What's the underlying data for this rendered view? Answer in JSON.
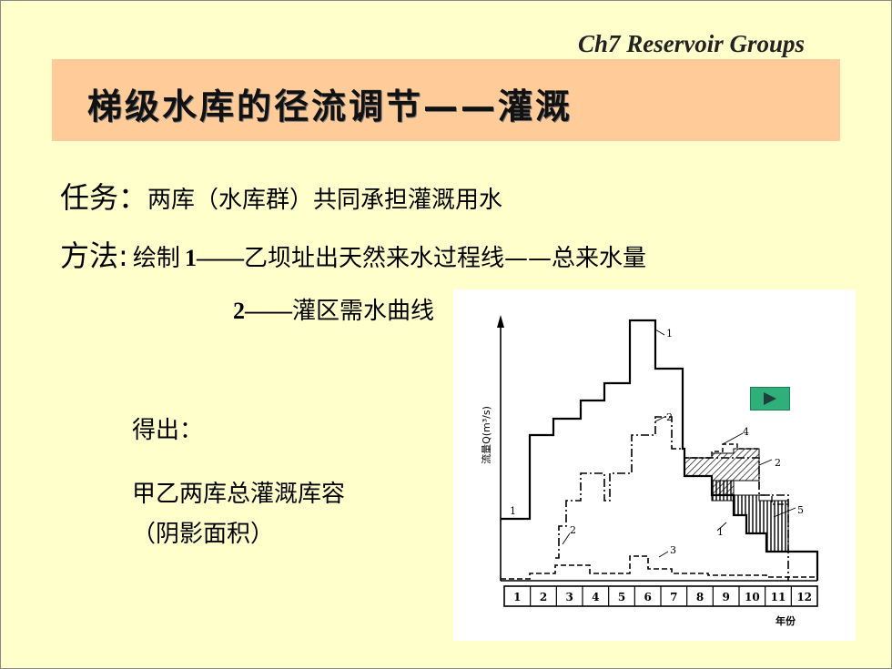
{
  "header": {
    "chapter": "Ch7 Reservoir Groups",
    "title": "梯级水库的径流调节——灌溉"
  },
  "body": {
    "task_label": "任务：",
    "task_text": "两库（水库群）共同承担灌溉用水",
    "method_label": "方法:",
    "method_prefix": "绘制",
    "method_num1": "1——",
    "method_text1": "乙坝址出天然来水过程线——总来水量",
    "method_num2": "2——",
    "method_text2": "灌区需水曲线",
    "result_label": "得出：",
    "result_text1": "甲乙两库总灌溉库容",
    "result_text2": "（阴影面积）"
  },
  "figure": {
    "ylabel": "流量Q(m³/s)",
    "xlabel": "年份",
    "months": [
      "1",
      "2",
      "3",
      "4",
      "5",
      "6",
      "7",
      "8",
      "9",
      "10",
      "11",
      "12"
    ],
    "curve_labels": {
      "c1_top": "1",
      "c1_left": "1",
      "c1_mid": "1",
      "c2_top": "2",
      "c2_left": "2",
      "c2_right": "2",
      "c3": "3",
      "c4": "4",
      "c5": "5"
    }
  },
  "colors": {
    "background": "#FFFFCC",
    "title_bar": "#FFCC99",
    "play_button": "#2FAF7A"
  },
  "icons": {
    "play": "play-triangle-icon"
  }
}
